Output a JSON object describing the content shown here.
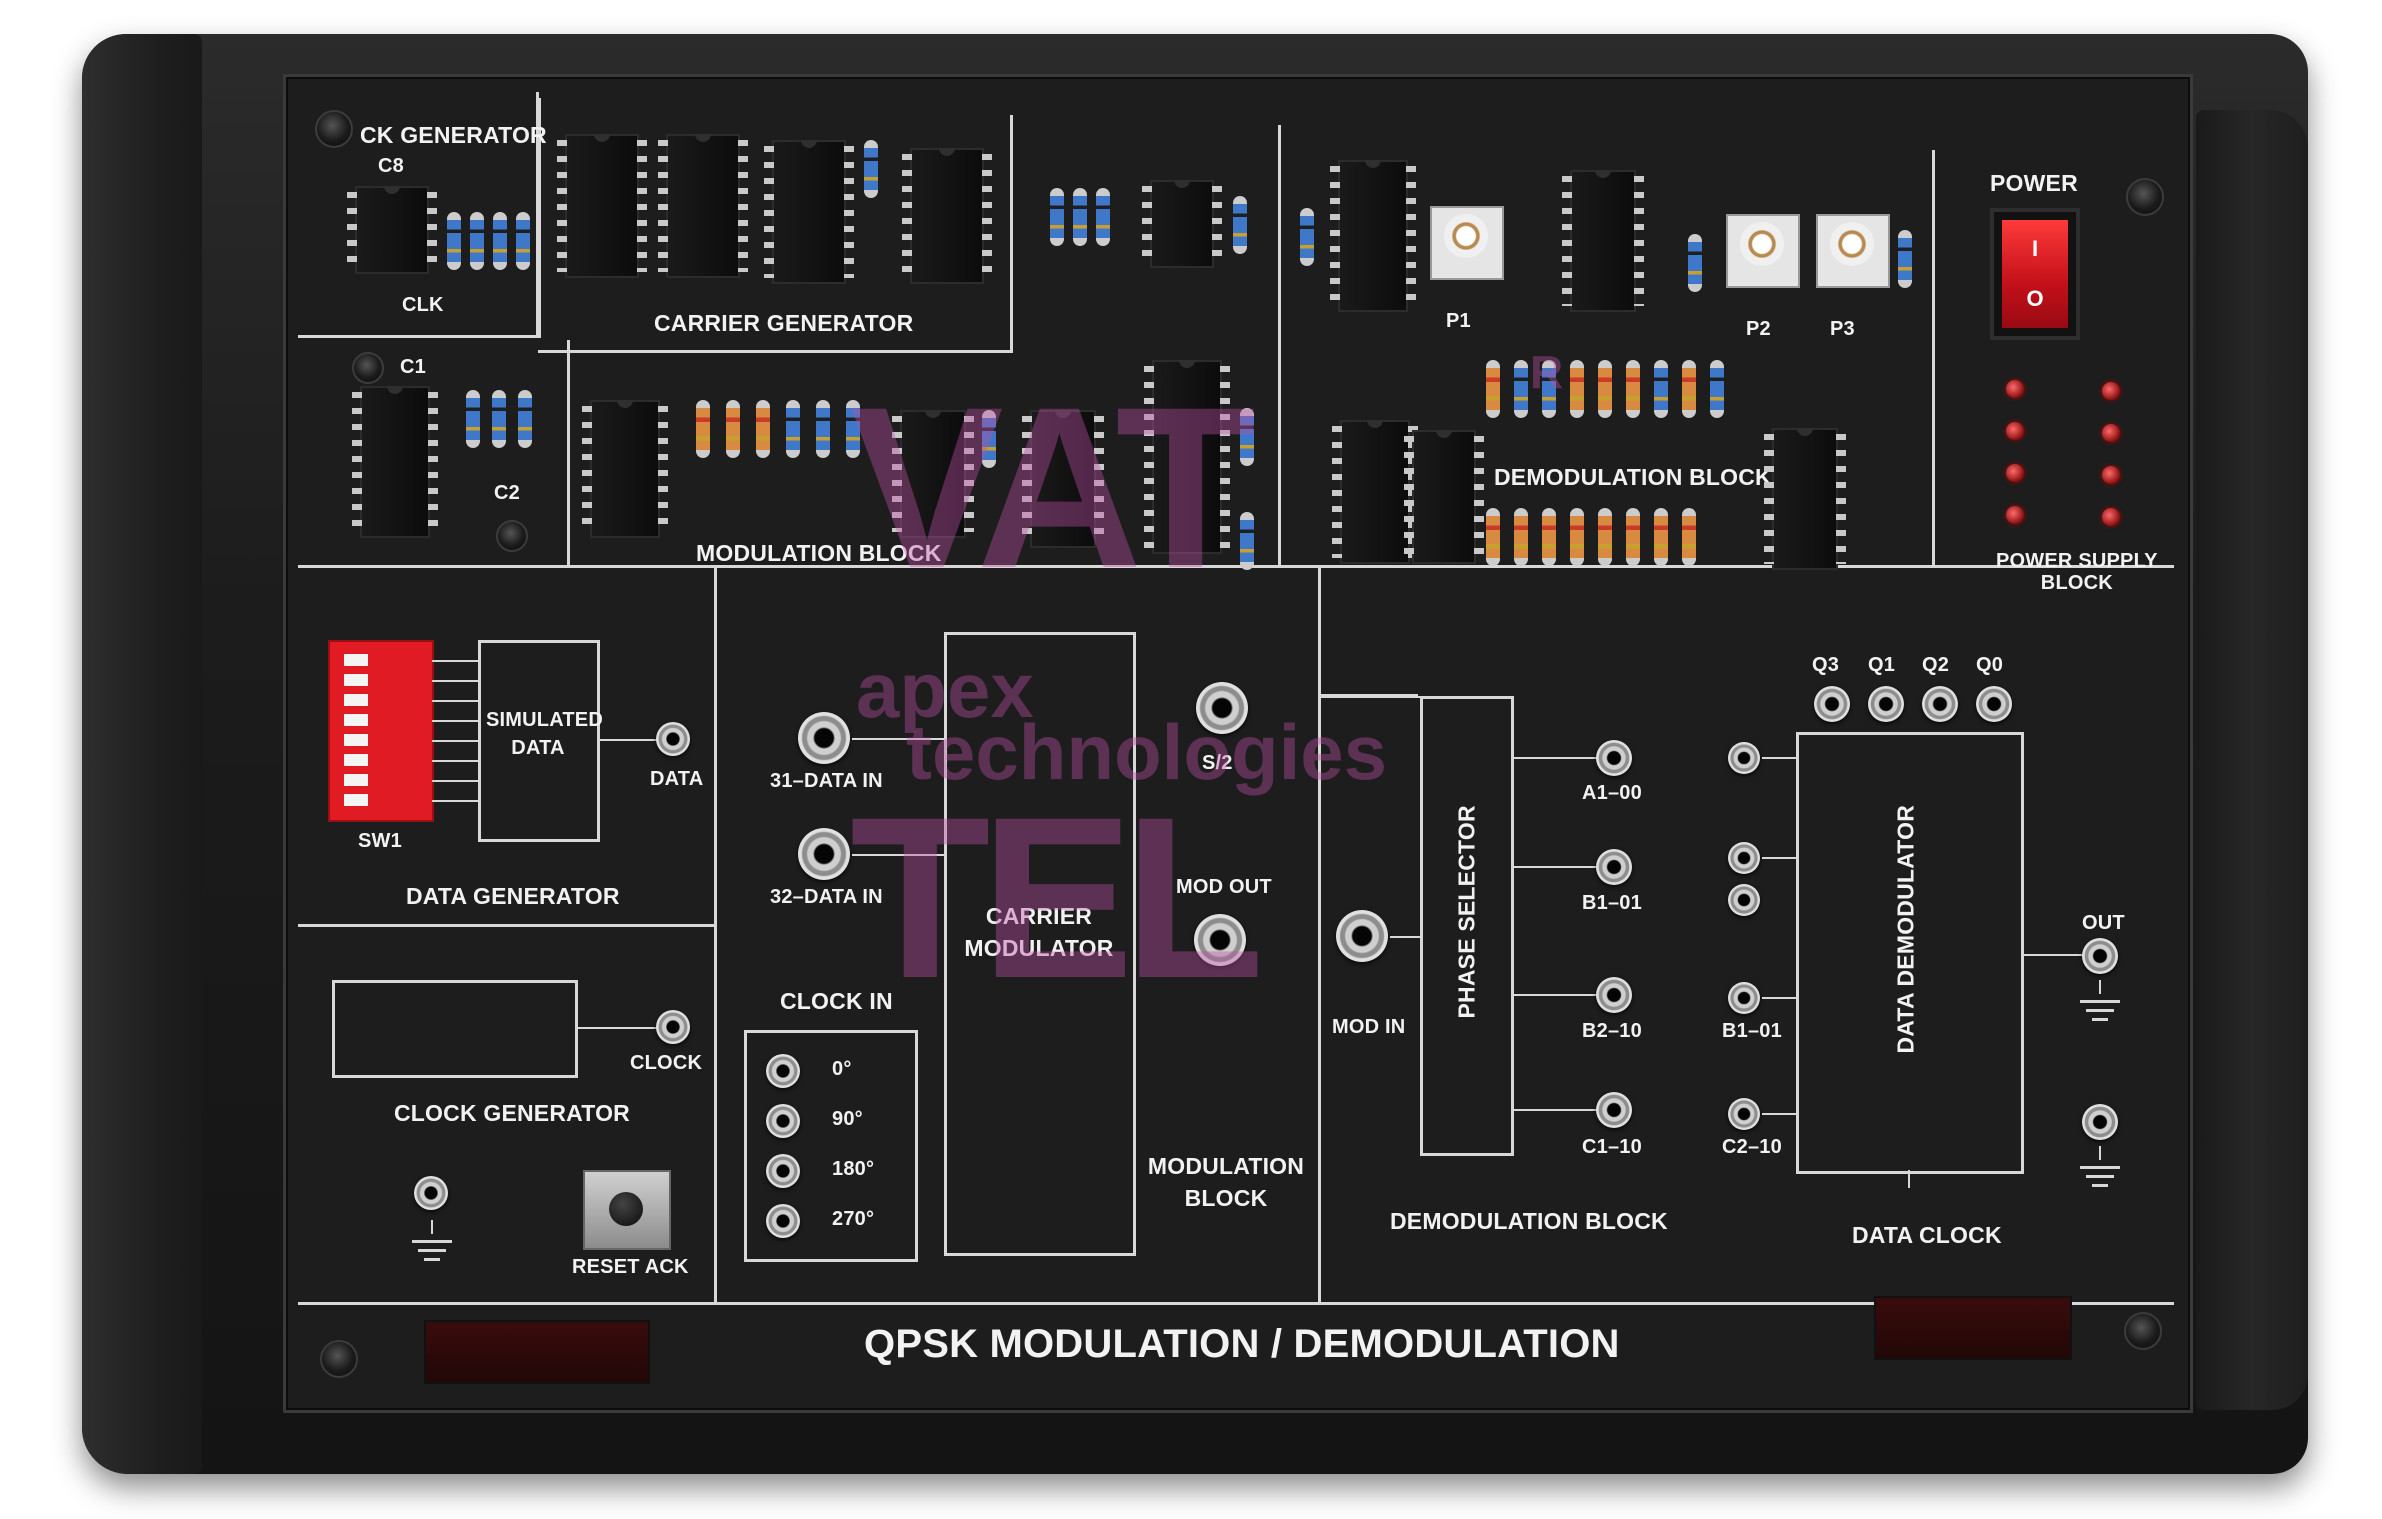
{
  "panel": {
    "title": "QPSK MODULATION / DEMODULATION"
  },
  "top": {
    "clock_generator": "CK GENERATOR",
    "clk": "CLK",
    "c8": "C8",
    "carrier_generator": "CARRIER GENERATOR",
    "c1": "C1",
    "c2": "C2",
    "modulation_block": "MODULATION BLOCK",
    "p1": "P1",
    "p2": "P2",
    "p3": "P3",
    "demodulation_block": "DEMODULATION BLOCK"
  },
  "power": {
    "label": "POWER",
    "switch_on": "I",
    "switch_off": "O",
    "supply_block": "POWER SUPPLY\nBLOCK"
  },
  "data_gen": {
    "simulated_data": "SIMULATED\nDATA",
    "data": "DATA",
    "sw1": "SW1",
    "title": "DATA GENERATOR"
  },
  "clock_gen": {
    "clock": "CLOCK",
    "title": "CLOCK GENERATOR",
    "reset_ack": "RESET ACK"
  },
  "modulation": {
    "data_in_1": "31–DATA IN",
    "data_in_2": "32–DATA IN",
    "clock_in": "CLOCK IN",
    "phases": [
      "0°",
      "90°",
      "180°",
      "270°"
    ],
    "carrier_modulator": "CARRIER\nMODULATOR",
    "s2": "S/2",
    "mod_out": "MOD OUT",
    "title": "MODULATION\nBLOCK"
  },
  "demodulation": {
    "mod_in": "MOD IN",
    "phase_selector": "PHASE SELECTOR",
    "outputs": [
      "A1–00",
      "B1–01",
      "B2–10",
      "C1–10"
    ],
    "title": "DEMODULATION BLOCK"
  },
  "data_demod": {
    "q_labels": [
      "Q3",
      "Q1",
      "Q2",
      "Q0"
    ],
    "b1": "B1–01",
    "c2": "C2–10",
    "title": "DATA DEMODULATOR",
    "out": "OUT",
    "data_clock": "DATA CLOCK"
  },
  "watermark": {
    "logo": "VAT",
    "brand_line1": "apex",
    "brand_line2": "technologies",
    "reg": "R",
    "logo2": "TEL"
  }
}
